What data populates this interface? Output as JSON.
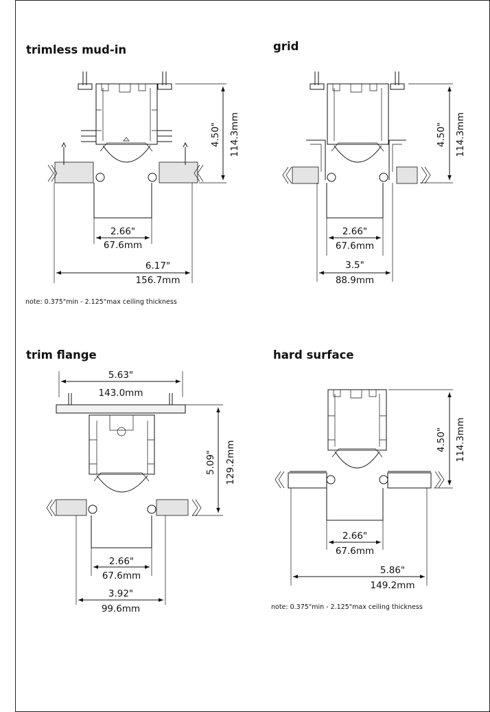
{
  "panels": {
    "trimless": {
      "title": "trimless mud-in",
      "height_in": "4.50\"",
      "height_mm": "114.3mm",
      "inner_in": "2.66\"",
      "inner_mm": "67.6mm",
      "outer_in": "6.17\"",
      "outer_mm": "156.7mm",
      "note": "note: 0.375\"min - 2.125\"max ceiling thickness"
    },
    "grid": {
      "title": "grid",
      "height_in": "4.50\"",
      "height_mm": "114.3mm",
      "inner_in": "2.66\"",
      "inner_mm": "67.6mm",
      "outer_in": "3.5\"",
      "outer_mm": "88.9mm"
    },
    "trim_flange": {
      "title": "trim flange",
      "top_in": "5.63\"",
      "top_mm": "143.0mm",
      "height_in": "5.09\"",
      "height_mm": "129.2mm",
      "inner_in": "2.66\"",
      "inner_mm": "67.6mm",
      "outer_in": "3.92\"",
      "outer_mm": "99.6mm"
    },
    "hard_surface": {
      "title": "hard surface",
      "height_in": "4.50\"",
      "height_mm": "114.3mm",
      "inner_in": "2.66\"",
      "inner_mm": "67.6mm",
      "outer_in": "5.86\"",
      "outer_mm": "149.2mm",
      "note": "note: 0.375\"min - 2.125\"max ceiling thickness"
    }
  }
}
